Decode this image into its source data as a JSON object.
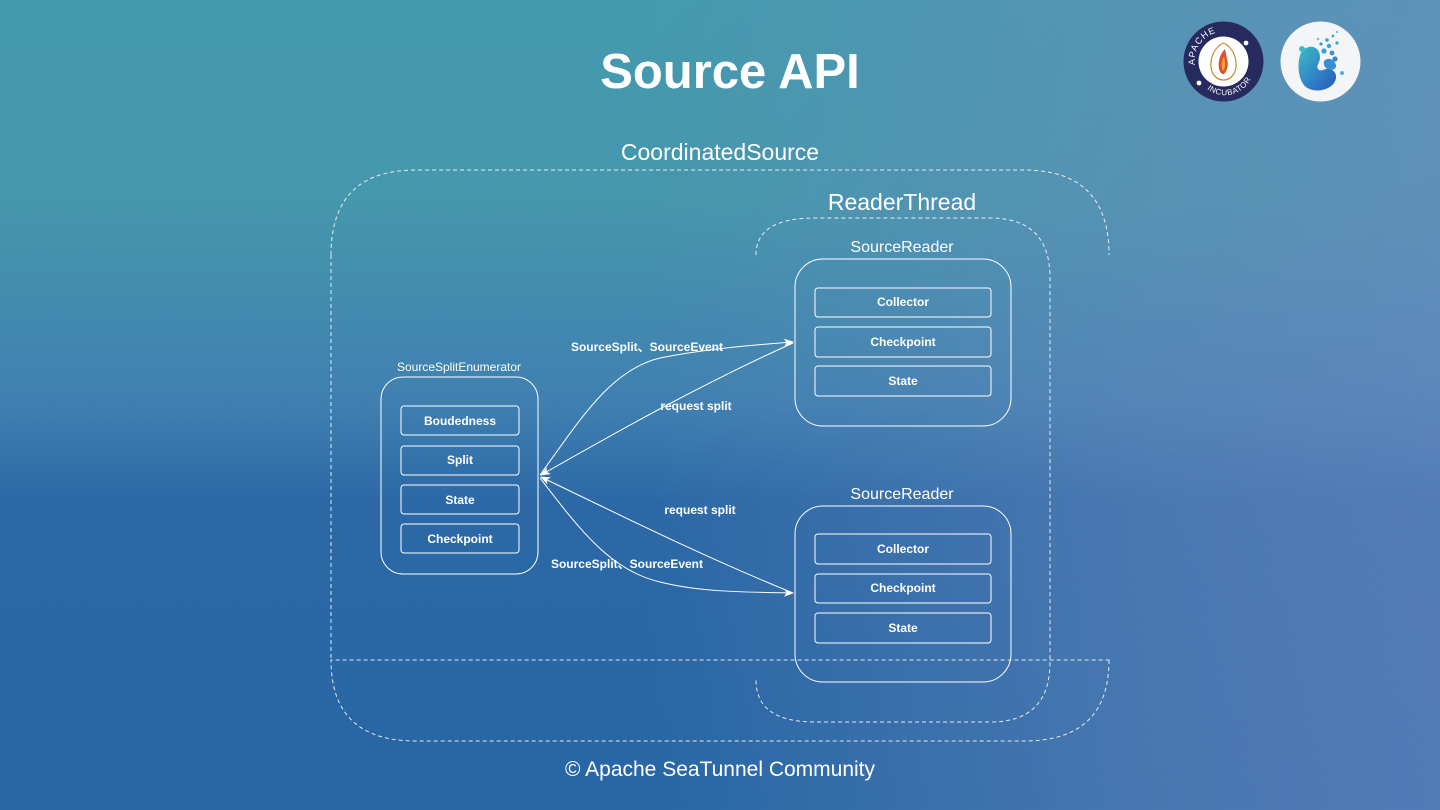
{
  "slide": {
    "title": "Source API",
    "footer": "© Apache SeaTunnel Community",
    "logos": [
      {
        "name": "apache-incubator-logo",
        "text_top": "APACHE",
        "text_bottom": "INCUBATOR"
      },
      {
        "name": "seatunnel-logo"
      }
    ]
  },
  "diagram": {
    "outer_group": "CoordinatedSource",
    "thread_group": "ReaderThread",
    "enumerator": {
      "label": "SourceSplitEnumerator",
      "items": [
        "Boudedness",
        "Split",
        "State",
        "Checkpoint"
      ]
    },
    "readers": [
      {
        "label": "SourceReader",
        "items": [
          "Collector",
          "Checkpoint",
          "State"
        ]
      },
      {
        "label": "SourceReader",
        "items": [
          "Collector",
          "Checkpoint",
          "State"
        ]
      }
    ],
    "edges": [
      {
        "from": "SourceSplitEnumerator",
        "to": "SourceReader 1",
        "label": "SourceSplit、SourceEvent"
      },
      {
        "from": "SourceReader 1",
        "to": "SourceSplitEnumerator",
        "label": "request split"
      },
      {
        "from": "SourceReader 2",
        "to": "SourceSplitEnumerator",
        "label": "request split"
      },
      {
        "from": "SourceSplitEnumerator",
        "to": "SourceReader 2",
        "label": "SourceSplit、SourceEvent"
      }
    ]
  },
  "colors": {
    "bg_top": "#439aae",
    "bg_bottom": "#2866a5",
    "bg_bottom_right": "#507cb1",
    "stroke": "#ffffff",
    "apache_navy": "#262a5e"
  }
}
